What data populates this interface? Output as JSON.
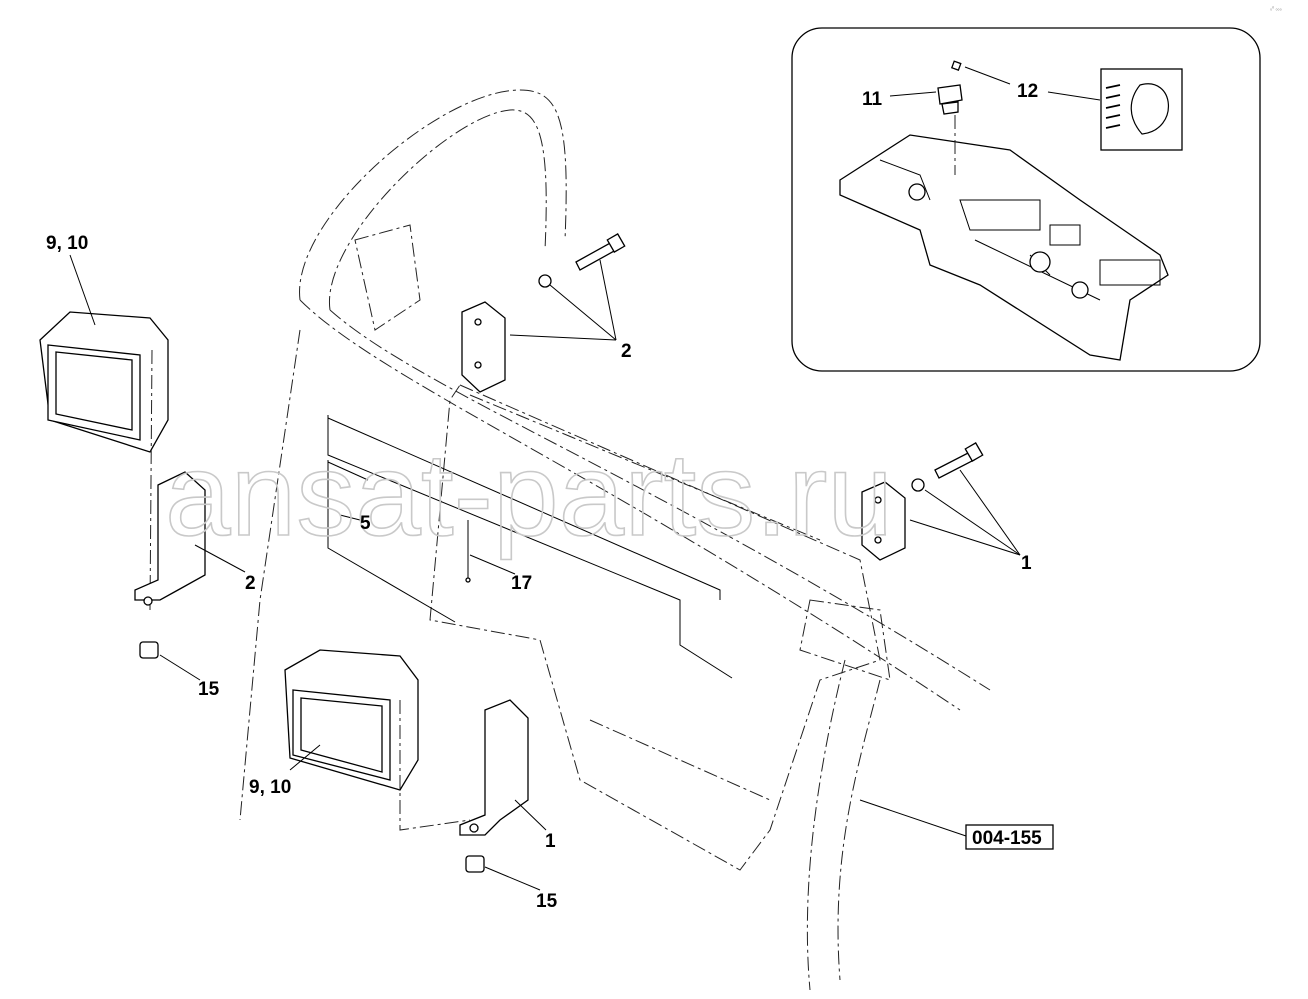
{
  "corner_code": "₀⁰ ₀₀₀",
  "watermark": "ansat-parts.ru",
  "reference_box": "004-155",
  "callouts": {
    "lamp_upper": "9, 10",
    "lamp_lower": "9, 10",
    "clamp_upper": "2",
    "bracket_left": "2",
    "harness": "5",
    "cable": "17",
    "clamp_right": "1",
    "bracket_lower": "1",
    "nut_left": "15",
    "nut_lower": "15",
    "switch": "11",
    "symbol": "12"
  }
}
